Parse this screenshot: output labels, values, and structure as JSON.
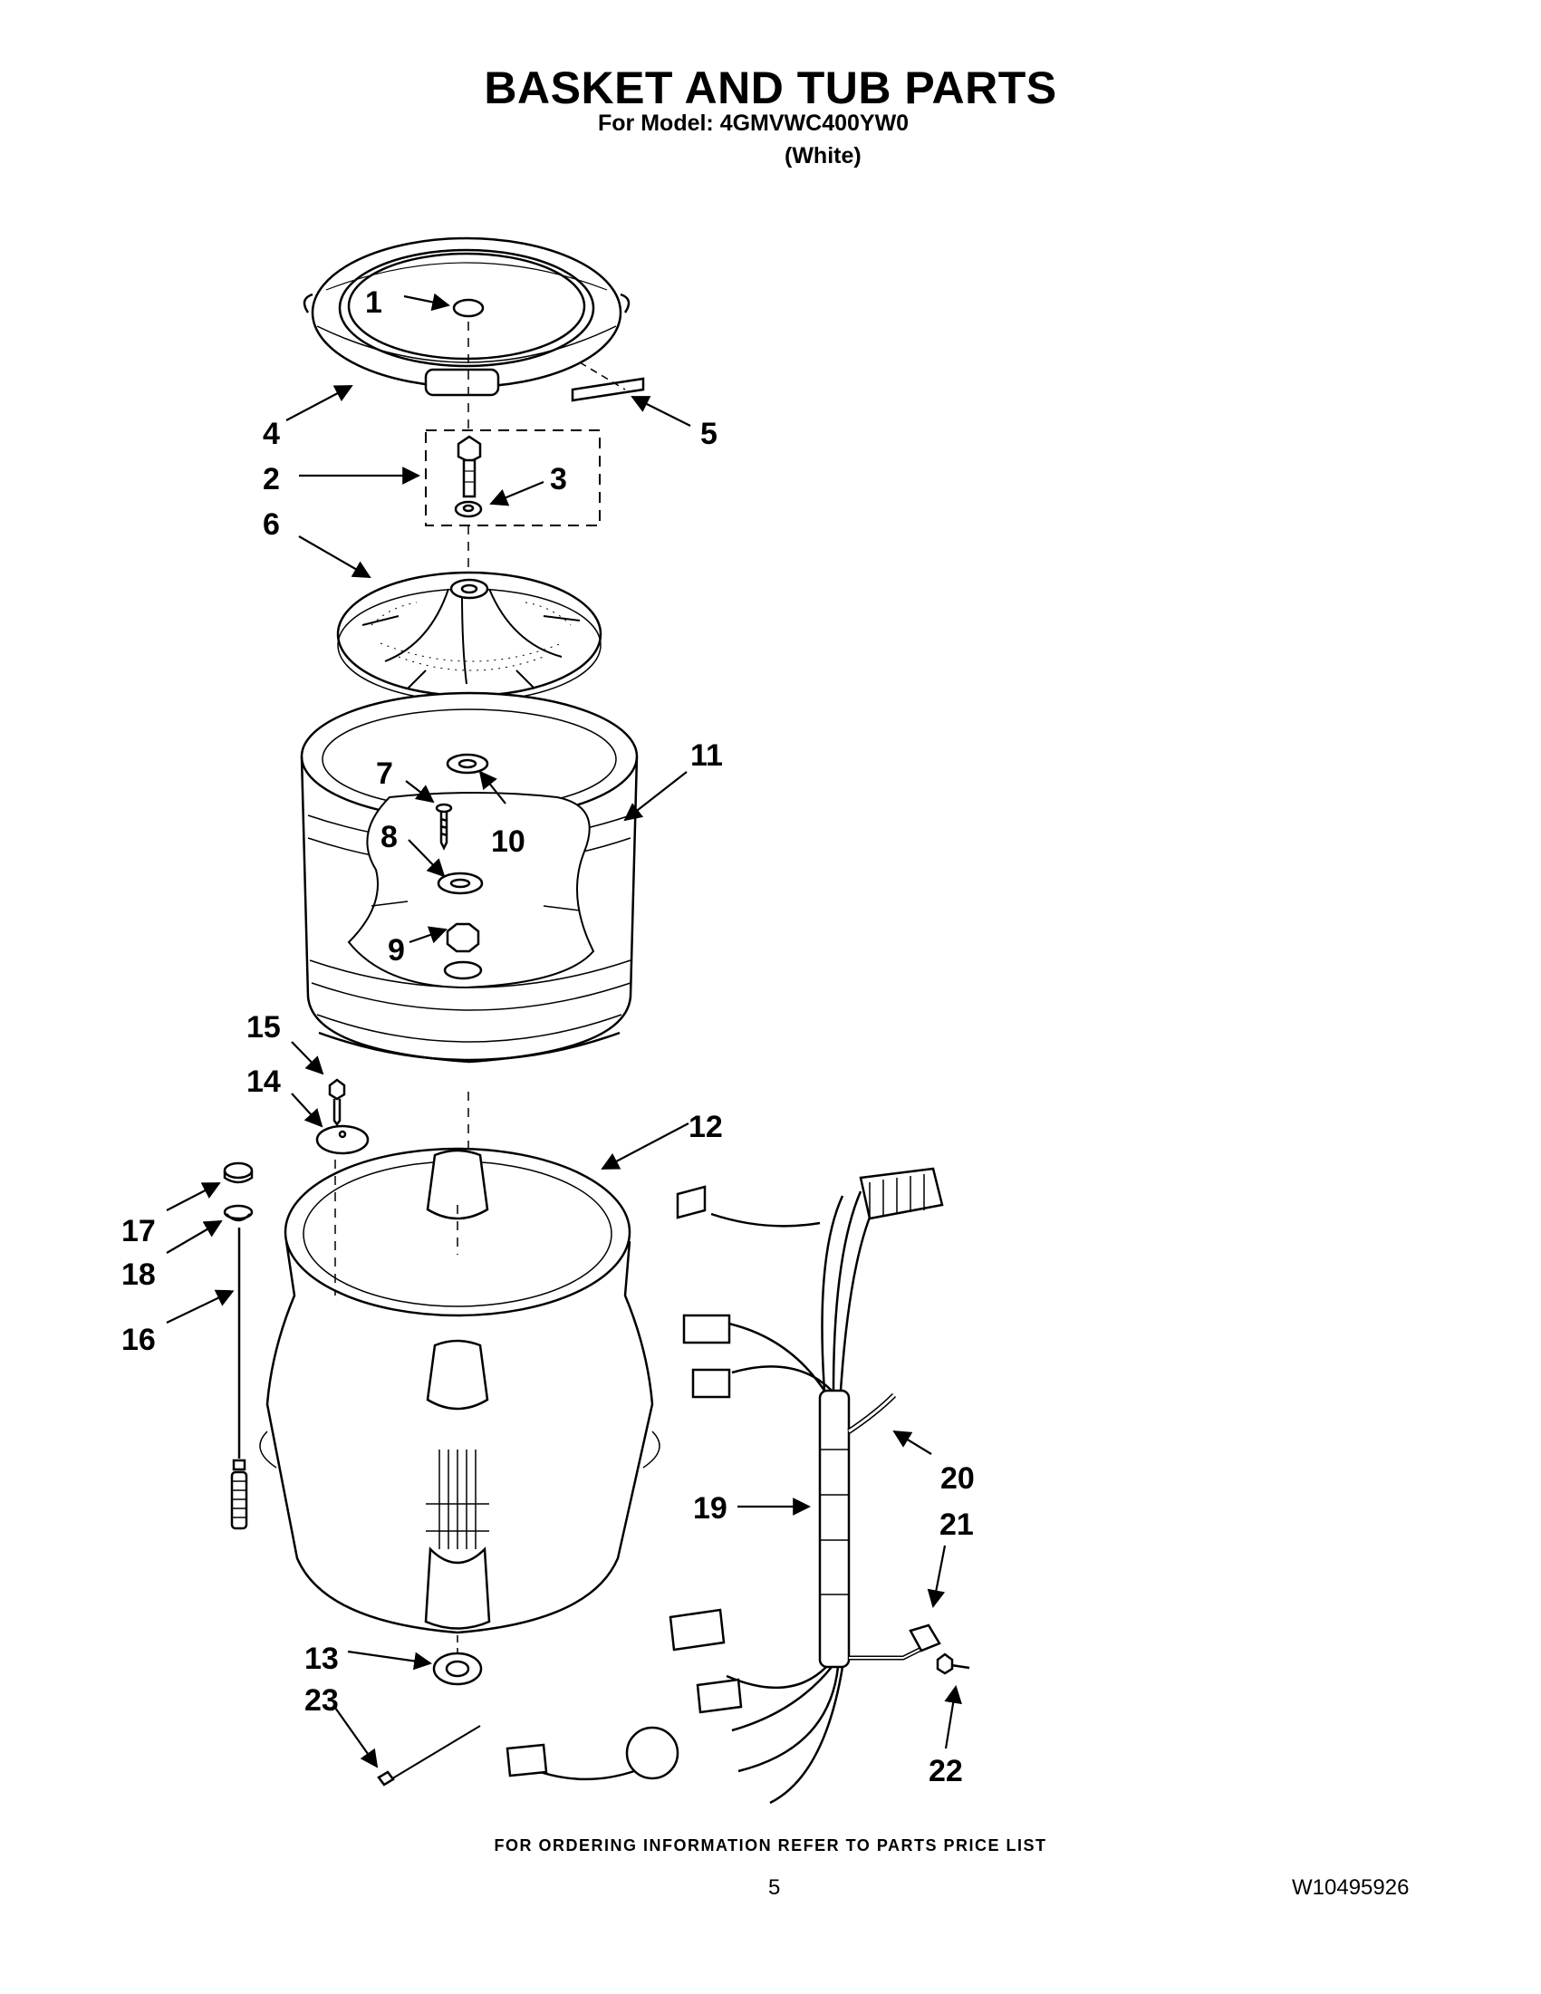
{
  "header": {
    "title": "BASKET AND TUB PARTS",
    "model_line": "For Model: 4GMVWC400YW0",
    "color_line": "(White)"
  },
  "callouts": [
    "1",
    "2",
    "3",
    "4",
    "5",
    "6",
    "7",
    "8",
    "9",
    "10",
    "11",
    "12",
    "13",
    "14",
    "15",
    "16",
    "17",
    "18",
    "19",
    "20",
    "21",
    "22",
    "23"
  ],
  "footer": {
    "ordering_note": "FOR ORDERING INFORMATION REFER TO PARTS PRICE LIST",
    "page_number": "5",
    "document_number": "W10495926"
  }
}
